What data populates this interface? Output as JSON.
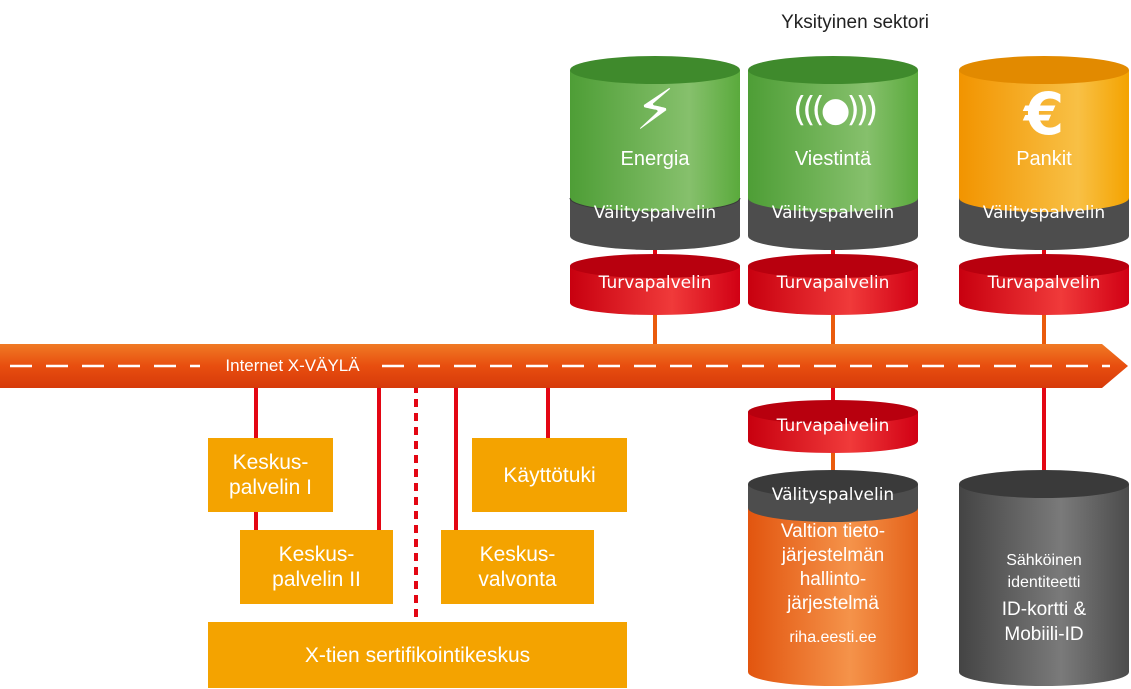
{
  "sector_title": "Yksityinen sektori",
  "bus_label": "Internet X-VÄYLÄ",
  "private_systems": [
    {
      "name": "Energia",
      "icon": "lightning-icon",
      "color": "#5aaa3c",
      "proxy": "Välityspalvelin",
      "security": "Turvapalvelin"
    },
    {
      "name": "Viestintä",
      "icon": "signal-icon",
      "color": "#5aaa3c",
      "proxy": "Välityspalvelin",
      "security": "Turvapalvelin"
    },
    {
      "name": "Pankit",
      "icon": "euro-icon",
      "color": "#f4a300",
      "proxy": "Välityspalvelin",
      "security": "Turvapalvelin"
    }
  ],
  "state_system": {
    "security": "Turvapalvelin",
    "proxy": "Välityspalvelin",
    "name": "Valtion tieto-\njärjestelmän\nhallinto-\njärjestelmä",
    "url": "riha.eesti.ee",
    "color": "#ea6a1a"
  },
  "identity_system": {
    "name": "Sähköinen\nidentiteetti",
    "subtitle": "ID-kortti &\nMobiili-ID",
    "color": "#555555"
  },
  "central_services": {
    "server1": "Keskus-\npalvelin I",
    "server2": "Keskus-\npalvelin II",
    "support": "Käyttötuki",
    "monitoring": "Keskus-\nvalvonta",
    "certification": "X-tien sertifikointikeskus"
  },
  "colors": {
    "red": "#e30613",
    "orange": "#f4a300",
    "bus": "#ea5b0c",
    "gray": "#555555",
    "green": "#5aaa3c"
  }
}
